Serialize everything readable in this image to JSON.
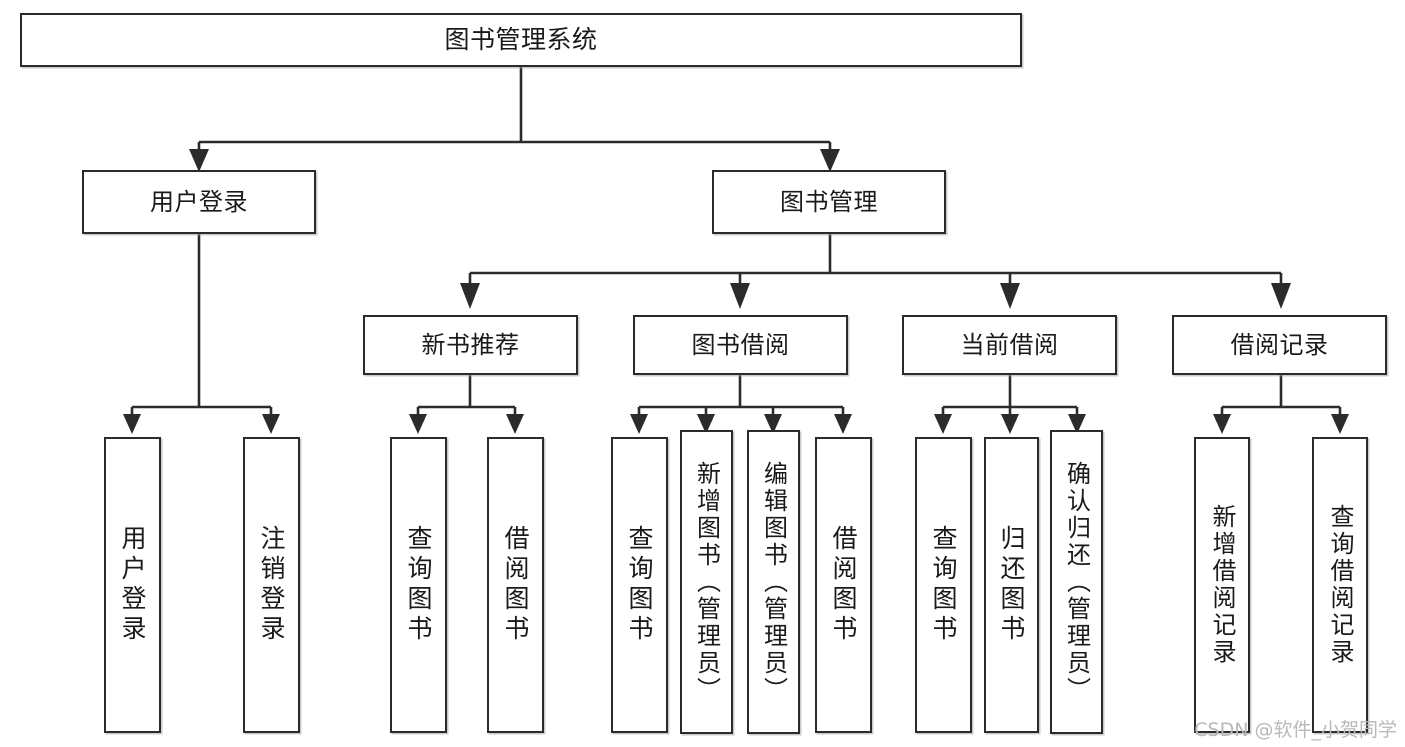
{
  "diagram": {
    "type": "tree",
    "title": "图书管理系统",
    "orientation": "top-down",
    "line_color": "#2b2b2b",
    "box_fill": "#ffffff",
    "text_color": "#1a1a1a"
  },
  "nodes": {
    "root": {
      "label": "图书管理系统",
      "level": 1
    },
    "l2": [
      {
        "id": "user_login",
        "label": "用户登录",
        "level": 2
      },
      {
        "id": "book_manage",
        "label": "图书管理",
        "level": 2
      }
    ],
    "l3": [
      {
        "id": "new_book_rec",
        "label": "新书推荐",
        "level": 3,
        "parent": "book_manage"
      },
      {
        "id": "book_borrow",
        "label": "图书借阅",
        "level": 3,
        "parent": "book_manage"
      },
      {
        "id": "current_borrow",
        "label": "当前借阅",
        "level": 3,
        "parent": "book_manage"
      },
      {
        "id": "borrow_record",
        "label": "借阅记录",
        "level": 3,
        "parent": "book_manage"
      }
    ],
    "leaves": [
      {
        "id": "leaf1",
        "label": "用户登录",
        "parent": "user_login"
      },
      {
        "id": "leaf2",
        "label": "注销登录",
        "parent": "user_login"
      },
      {
        "id": "leaf3",
        "label": "查询图书",
        "parent": "new_book_rec"
      },
      {
        "id": "leaf4",
        "label": "借阅图书",
        "parent": "new_book_rec"
      },
      {
        "id": "leaf5",
        "label": "查询图书",
        "parent": "book_borrow"
      },
      {
        "id": "leaf6",
        "label": "新增图书（管理员）",
        "parent": "book_borrow"
      },
      {
        "id": "leaf7",
        "label": "编辑图书（管理员）",
        "parent": "book_borrow"
      },
      {
        "id": "leaf8",
        "label": "借阅图书",
        "parent": "book_borrow"
      },
      {
        "id": "leaf9",
        "label": "查询图书",
        "parent": "current_borrow"
      },
      {
        "id": "leaf10",
        "label": "归还图书",
        "parent": "current_borrow"
      },
      {
        "id": "leaf11",
        "label": "确认归还（管理员）",
        "parent": "current_borrow"
      },
      {
        "id": "leaf12",
        "label": "新增借阅记录",
        "parent": "borrow_record"
      },
      {
        "id": "leaf13",
        "label": "查询借阅记录",
        "parent": "borrow_record"
      }
    ]
  },
  "watermark": {
    "text": "CSDN @软件_小贺同学"
  }
}
